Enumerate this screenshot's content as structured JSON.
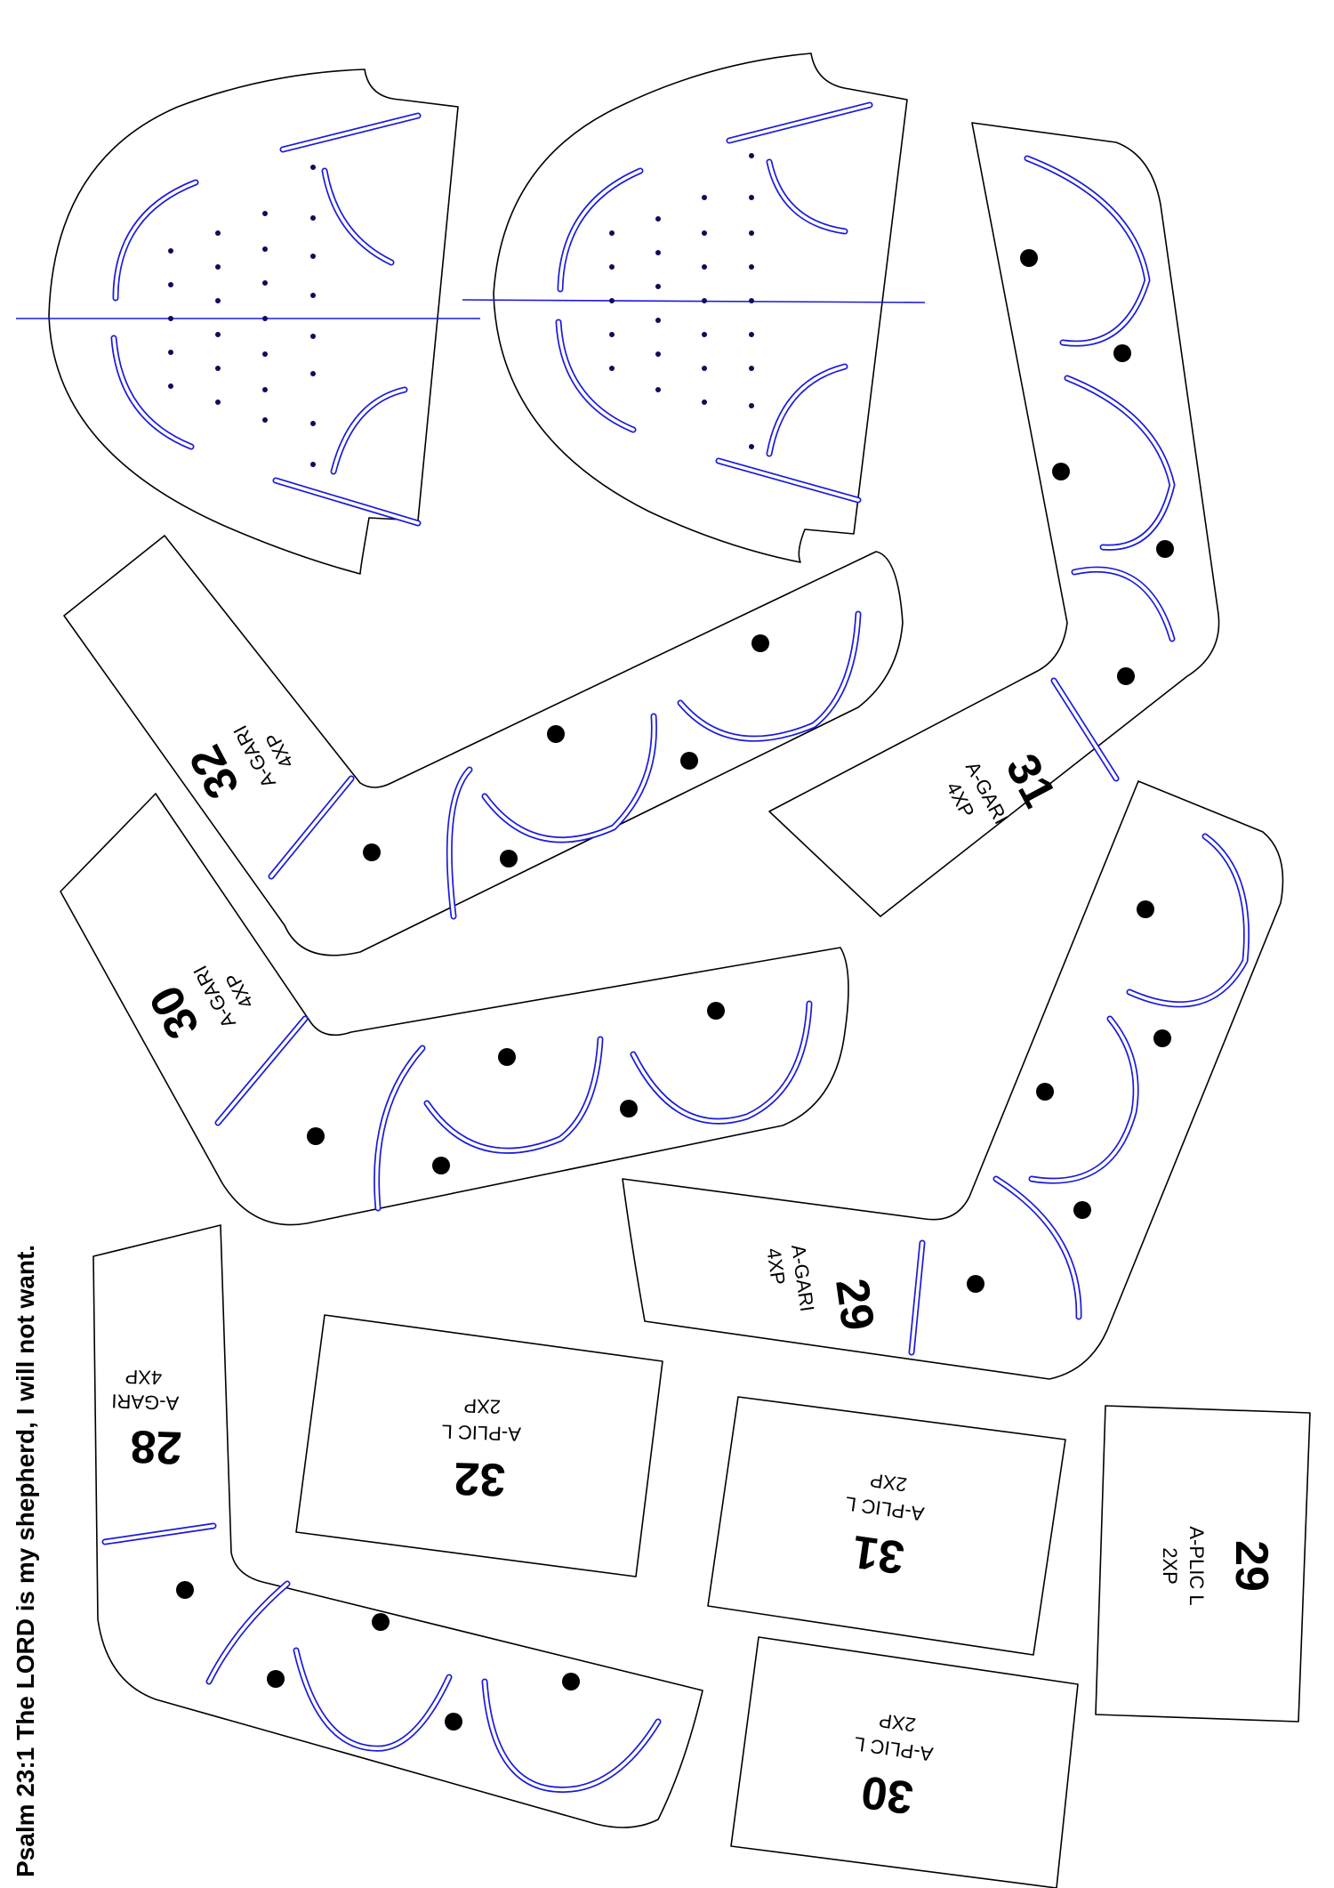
{
  "verse": "Psalm 23:1 The LORD is my shepherd, I will not want.",
  "gari_pieces": [
    {
      "number": "32",
      "code": "A-GARI",
      "qty": "4XP"
    },
    {
      "number": "31",
      "code": "A-GARI",
      "qty": "4XP"
    },
    {
      "number": "30",
      "code": "A-GARI",
      "qty": "4XP"
    },
    {
      "number": "29",
      "code": "A-GARI",
      "qty": "4XP"
    },
    {
      "number": "28",
      "code": "A-GARI",
      "qty": "4XP"
    }
  ],
  "plic_pieces": [
    {
      "number": "32",
      "code": "A-PLIC L",
      "qty": "2XP"
    },
    {
      "number": "31",
      "code": "A-PLIC L",
      "qty": "2XP"
    },
    {
      "number": "30",
      "code": "A-PLIC L",
      "qty": "2XP"
    },
    {
      "number": "29",
      "code": "A-PLIC L",
      "qty": "2XP"
    }
  ],
  "colors": {
    "outline": "#000000",
    "seam": "#1a1adc",
    "dot": "#0d0d5a"
  }
}
